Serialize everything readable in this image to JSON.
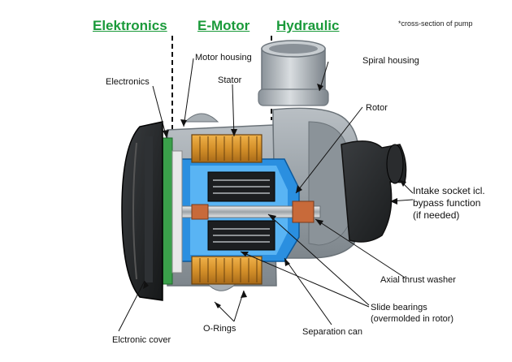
{
  "title_note": "*cross-section of pump",
  "sections": {
    "electronics": "Elektronics",
    "emotor": "E-Motor",
    "hydraulic": "Hydraulic"
  },
  "labels": {
    "motor_housing": "Motor housing",
    "electronics": "Electronics",
    "stator": "Stator",
    "spiral_housing": "Spiral housing",
    "rotor": "Rotor",
    "intake_line1": "Intake socket icl.",
    "intake_line2": "bypass function",
    "intake_line3": "(if needed)",
    "axial_thrust_washer": "Axial thrust washer",
    "slide_line1": "Slide bearings",
    "slide_line2": "(overmolded in rotor)",
    "separation_can": "Separation can",
    "orings": "O-Rings",
    "electronic_cover": "Elctronic cover"
  },
  "colors": {
    "section_green": "#1a9a3a",
    "housing_gray": "#9aa2a8",
    "blue_part": "#2a8fe0",
    "copper": "#d4902a",
    "pcb_green": "#3aa04a"
  }
}
